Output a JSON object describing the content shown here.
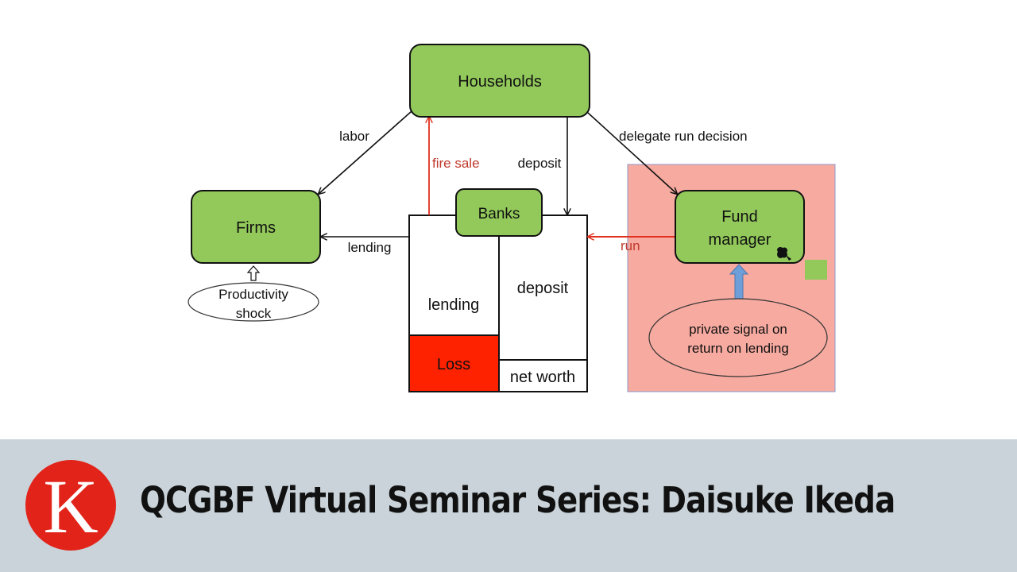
{
  "diagram": {
    "nodes": {
      "households": "Households",
      "firms": "Firms",
      "banks": "Banks",
      "fund_manager_line1": "Fund",
      "fund_manager_line2": "manager",
      "productivity_line1": "Productivity",
      "productivity_line2": "shock",
      "signal_line1": "private signal on",
      "signal_line2": "return on lending"
    },
    "balance_sheet": {
      "lending": "lending",
      "loss": "Loss",
      "deposit": "deposit",
      "net_worth": "net worth"
    },
    "edges": {
      "labor": "labor",
      "fire_sale": "fire sale",
      "deposit": "deposit",
      "delegate": "delegate run decision",
      "lending": "lending",
      "run": "run"
    },
    "colors": {
      "node_green": "#92c95a",
      "loss_red": "#ff2200",
      "highlight_pink": "#f7aaa0",
      "arrow_red": "#e0301e",
      "label_red": "#c0392b",
      "signal_arrow": "#6f9fd8"
    }
  },
  "banner": {
    "logo_letter": "K",
    "title": "QCGBF Virtual Seminar Series: Daisuke Ikeda",
    "colors": {
      "background": "#c9d3d9",
      "logo": "#e2231a"
    }
  }
}
